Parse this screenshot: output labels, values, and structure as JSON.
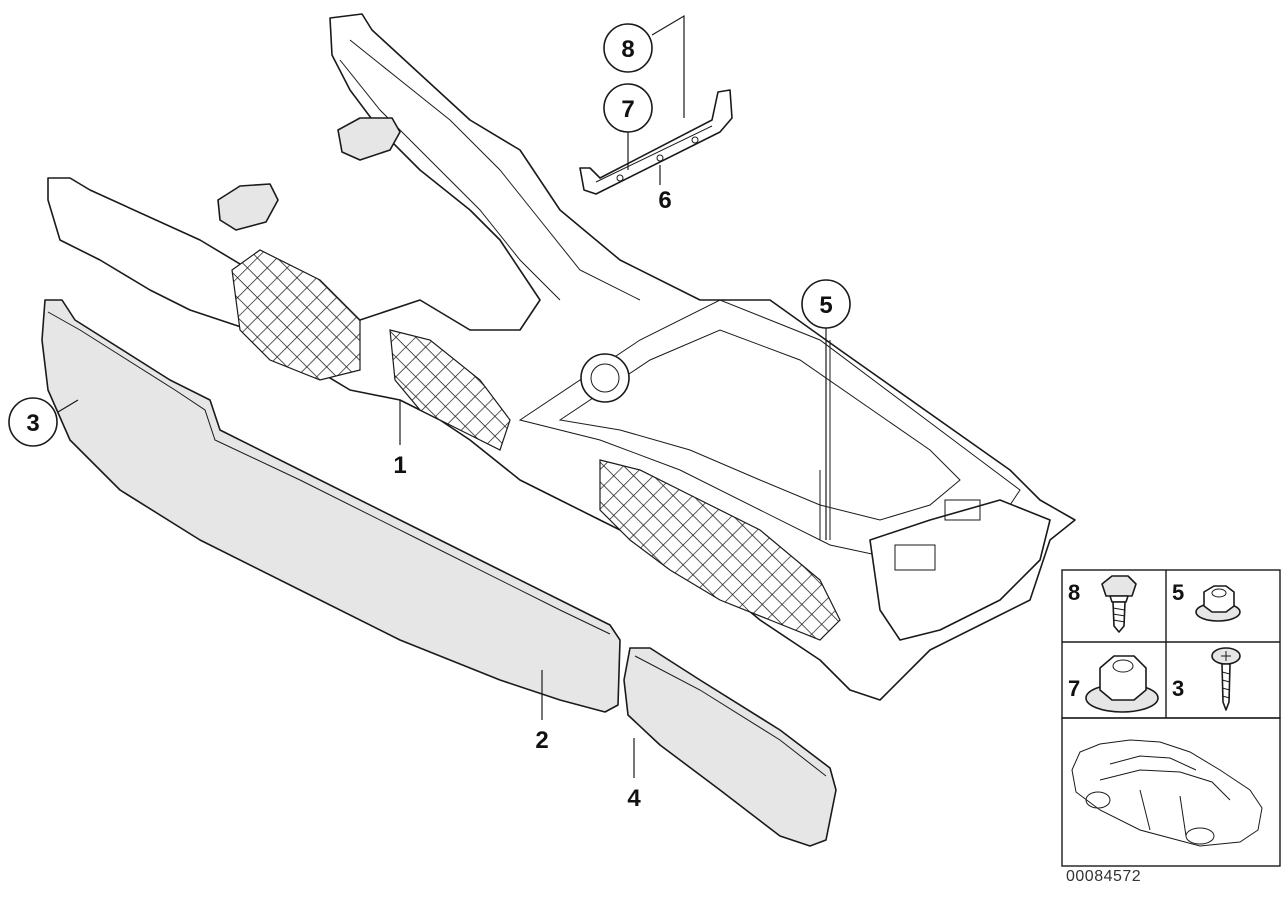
{
  "callouts": [
    {
      "label": "1"
    },
    {
      "label": "2"
    },
    {
      "label": "3"
    },
    {
      "label": "4"
    },
    {
      "label": "5"
    },
    {
      "label": "6"
    },
    {
      "label": "7"
    },
    {
      "label": "8"
    }
  ],
  "fastener_panel": {
    "cells": [
      {
        "label": "8",
        "icon": "bolt-icon"
      },
      {
        "label": "5",
        "icon": "flange-nut-icon"
      },
      {
        "label": "7",
        "icon": "hex-nut-icon"
      },
      {
        "label": "3",
        "icon": "screw-icon"
      }
    ],
    "vehicle_icon": "car-silhouette-icon"
  },
  "document_number": "00084572"
}
